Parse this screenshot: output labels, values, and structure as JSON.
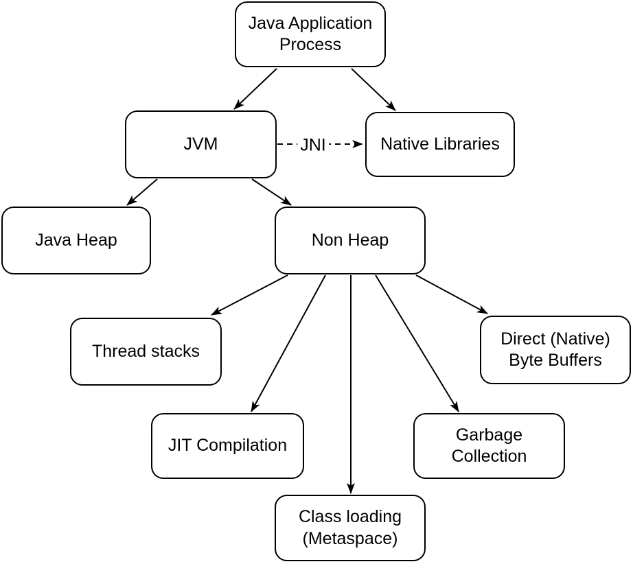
{
  "diagram_type": "flowchart",
  "colors": {
    "background": "#ffffff",
    "node_fill": "#ffffff",
    "stroke": "#000000",
    "text": "#000000"
  },
  "nodes": {
    "japp": {
      "label": "Java Application\nProcess"
    },
    "jvm": {
      "label": "JVM"
    },
    "native": {
      "label": "Native Libraries"
    },
    "javaheap": {
      "label": "Java Heap"
    },
    "nonheap": {
      "label": "Non Heap"
    },
    "threadstacks": {
      "label": "Thread stacks"
    },
    "jit": {
      "label": "JIT Compilation"
    },
    "classloading": {
      "label": "Class loading\n(Metaspace)"
    },
    "gc": {
      "label": "Garbage\nCollection"
    },
    "direct": {
      "label": "Direct (Native)\nByte Buffers"
    }
  },
  "edges": [
    {
      "from": "Java Application Process",
      "to": "JVM",
      "style": "solid-arrow"
    },
    {
      "from": "Java Application Process",
      "to": "Native Libraries",
      "style": "solid-arrow"
    },
    {
      "from": "JVM",
      "to": "Native Libraries",
      "style": "dashed-arrow",
      "label": "JNI"
    },
    {
      "from": "JVM",
      "to": "Java Heap",
      "style": "solid-arrow"
    },
    {
      "from": "JVM",
      "to": "Non Heap",
      "style": "solid-arrow"
    },
    {
      "from": "Non Heap",
      "to": "Thread stacks",
      "style": "solid-arrow"
    },
    {
      "from": "Non Heap",
      "to": "JIT Compilation",
      "style": "solid-arrow"
    },
    {
      "from": "Non Heap",
      "to": "Class loading (Metaspace)",
      "style": "solid-arrow"
    },
    {
      "from": "Non Heap",
      "to": "Garbage Collection",
      "style": "solid-arrow"
    },
    {
      "from": "Non Heap",
      "to": "Direct (Native) Byte Buffers",
      "style": "solid-arrow"
    }
  ]
}
